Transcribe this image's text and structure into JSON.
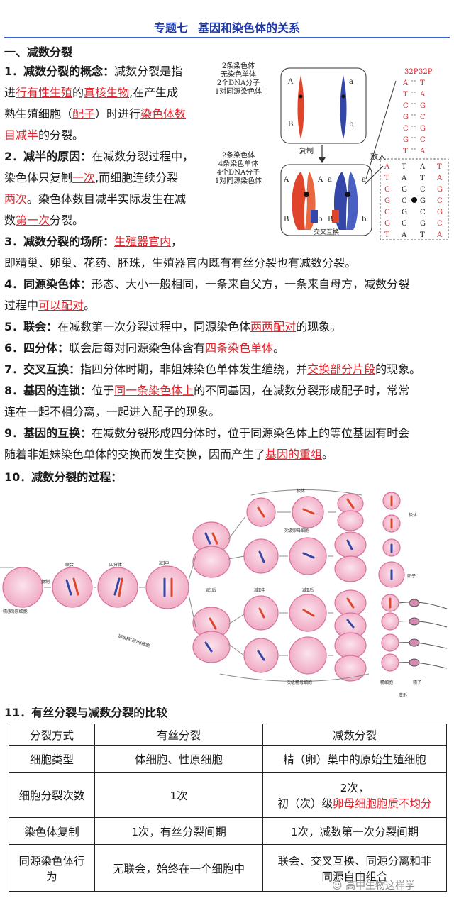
{
  "title": {
    "topic": "专题七",
    "name": "基因和染色体的关系"
  },
  "section1": "一、减数分裂",
  "items": {
    "i1": {
      "lead": "1．减数分裂的概念：",
      "a": "减数分裂是指",
      "b": "进",
      "r1": "行有性生殖",
      "c": "的",
      "r2": "真核生物",
      "d": ",在产生成",
      "e": "熟生殖细胞（",
      "r3": "配子",
      "f": "）时进行",
      "r4": "染色体数",
      "r5": "目减半",
      "g": "的分裂。"
    },
    "i2": {
      "lead": "2．减半的原因：",
      "a": "在减数分裂过程中，",
      "b": "染色体只复制",
      "r1": "一次",
      "c": ",而细胞连续分裂",
      "r2": "两次",
      "d": "。染色体数目减半实际发生在减",
      "e": "数",
      "r3": "第一次",
      "f": "分裂。"
    },
    "i3": {
      "lead": "3．减数分裂的场所：",
      "r1": "生殖器官内",
      "a": "，",
      "b": "即精巢、卵巢、花药、胚珠，生殖器官内既有有丝分裂也有减数分裂。"
    },
    "i4": {
      "lead": "4．同源染色体：",
      "a": "形态、大小一般相同，一条来自父方，一条来自母方，减数分裂",
      "b": "过程中",
      "r1": "可以配对",
      "c": "。"
    },
    "i5": {
      "lead": "5．联会：",
      "a": "在减数第一次分裂过程中，同源染色体",
      "r1": "两两配对",
      "b": "的现象。"
    },
    "i6": {
      "lead": "6．四分体：",
      "a": "联会后每对同源染色体含有",
      "r1": "四条染色单体",
      "b": "。"
    },
    "i7": {
      "lead": "7．交叉互换：",
      "a": "指四分体时期，非姐妹染色单体发生缠绕，并",
      "r1": "交换部分片段",
      "b": "的现象。"
    },
    "i8": {
      "lead": "8．基因的连锁：",
      "a": "位于",
      "r1": "同一条染色体上",
      "b": "的不同基因，在减数分裂形成配子时，常常",
      "c": "连在一起不相分离，一起进入配子的现象。"
    },
    "i9": {
      "lead": "9．基因的互换：",
      "a": "在减数分裂形成四分体时，位于同源染色体上的等位基因有时会",
      "b": "随着非姐妹染色单体的交换而发生交换，因而产生了",
      "r1": "基因的重组",
      "c": "。"
    },
    "i10": {
      "lead": "10．减数分裂的过程："
    },
    "i11": {
      "lead": "11．有丝分裂与减数分裂的比较"
    }
  },
  "fig1": {
    "labels_single": [
      "2条染色体",
      "无染色单体",
      "2个DNA分子",
      "1对同源染色体"
    ],
    "labels_double": [
      "2条染色体",
      "4条染色单体",
      "4个DNA分子",
      "1对同源染色体"
    ],
    "copy": "复制",
    "enlarge": "放大",
    "crossover": "交叉互换",
    "genes": {
      "A": "A",
      "a": "a",
      "B": "B",
      "b": "b"
    },
    "p32": "32P",
    "dna_single": {
      "left": [
        "A",
        "T",
        "C",
        "G",
        "C",
        "G",
        "T"
      ],
      "right": [
        "T",
        "A",
        "G",
        "C",
        "G",
        "C",
        "A"
      ]
    },
    "dna_double": {
      "s1": [
        "A",
        "T",
        "C",
        "G",
        "C",
        "G",
        "T"
      ],
      "s2": [
        "T",
        "A",
        "G",
        "C",
        "G",
        "C",
        "A"
      ],
      "s3": [
        "A",
        "T",
        "C",
        "G",
        "C",
        "G",
        "T"
      ],
      "s4": [
        "T",
        "A",
        "G",
        "C",
        "G",
        "C",
        "A"
      ]
    }
  },
  "fig2": {
    "labels": {
      "polar": "极体",
      "secondary_oocyte": "次级卵母细胞",
      "polar2": "极体",
      "egg": "卵子",
      "replicate": "复制",
      "synapsis": "联会",
      "tetrad": "四分体",
      "mi_mid": "减Ⅰ中",
      "mi_late": "减Ⅰ后",
      "mii_mid": "减Ⅱ中",
      "mii_late": "减Ⅱ后",
      "primordial": "精(卵)原细胞",
      "primary": "初级精(卵)母细胞",
      "secondary_sperm": "次级精母细胞",
      "spermatid": "精细胞",
      "sperm": "精子",
      "metamorph": "变形"
    }
  },
  "table": {
    "header": [
      "分裂方式",
      "有丝分裂",
      "减数分裂"
    ],
    "rows": [
      {
        "k": "细胞类型",
        "m": "体细胞、性原细胞",
        "d": "精（卵）巢中的原始生殖细胞"
      },
      {
        "k": "细胞分裂次数",
        "m": "1次",
        "d1": "2次，",
        "d2a": "初（次）级",
        "d2b": "卵母细胞胞质不均分"
      },
      {
        "k": "染色体复制",
        "m": "1次，有丝分裂间期",
        "d": "1次，减数第一次分裂间期"
      },
      {
        "k1": "同源染色体行",
        "k2": "为",
        "m": "无联会，始终在一个细胞中",
        "d1": "联会、交叉互换、同源分离和非",
        "d2": "同源自由组合"
      }
    ]
  },
  "watermark": "高中生物这样学",
  "colors": {
    "red": "#e4222b",
    "blue_title": "#1f3aa8",
    "cell_pink": "#f5c3d6",
    "chrom_red": "#e0452c",
    "chrom_blue": "#3446a8"
  }
}
